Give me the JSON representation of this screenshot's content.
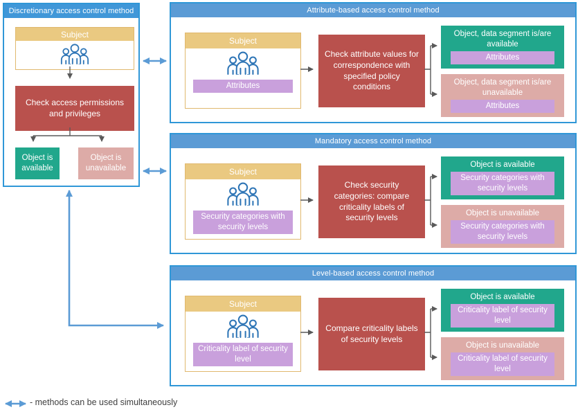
{
  "diagram": {
    "discretionary": {
      "title": "Discretionary access control method",
      "subject_label": "Subject",
      "check_label": "Check access permissions and privileges",
      "available_label": "Object is available",
      "unavailable_label": "Object is unavailable"
    },
    "sections": [
      {
        "title": "Attribute-based access control method",
        "subject_label": "Subject",
        "subject_tag": "Attributes",
        "check_label": "Check attribute values for correspondence with specified policy conditions",
        "available_label": "Object, data segment is/are available",
        "available_tag": "Attributes",
        "unavailable_label": "Object, data segment is/are unavailable",
        "unavailable_tag": "Attributes"
      },
      {
        "title": "Mandatory access control method",
        "subject_label": "Subject",
        "subject_tag": "Security categories with security levels",
        "check_label": "Check security categories: compare criticality labels of security levels",
        "available_label": "Object is available",
        "available_tag": "Security categories with security levels",
        "unavailable_label": "Object is unavailable",
        "unavailable_tag": "Security categories with security levels"
      },
      {
        "title": "Level-based access control method",
        "subject_label": "Subject",
        "subject_tag": "Criticality label of security level",
        "check_label": "Compare criticality labels of security levels",
        "available_label": "Object is available",
        "available_tag": "Criticality label of security level",
        "unavailable_label": "Object is unavailable",
        "unavailable_tag": "Criticality label of security level"
      }
    ],
    "legend_label": "- methods can be used simultaneously",
    "colors": {
      "section_border": "#2f97d7",
      "section_header": "#5b9bd5",
      "discretionary_header": "#4097d8",
      "subject_fill": "#eac981",
      "check_fill": "#b9514d",
      "available_fill": "#21a78c",
      "unavailable_fill": "#ddaba7",
      "tag_fill": "#c9a0dc",
      "connector_gray": "#595959",
      "connector_blue": "#5b9bd5",
      "people_icon_blue": "#2e75b6"
    }
  }
}
